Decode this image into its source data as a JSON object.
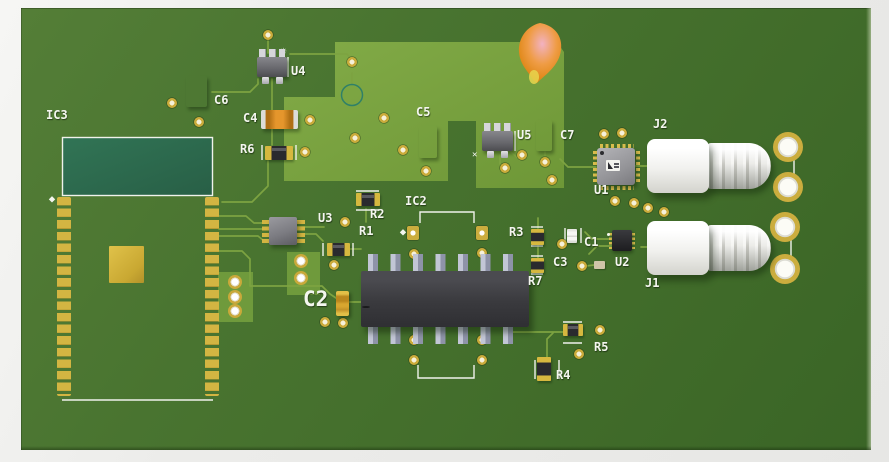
{
  "view": {
    "type": "pcb-3d-render-viewport",
    "background_color": "#ececea",
    "board_color": "#47722e",
    "copper_pour_color": "#78a23d",
    "silkscreen_color": "#f2f4ee",
    "pad_gold_color": "#c9ab3e",
    "shield_area_color": "#2f7052"
  },
  "board": {
    "labels": {
      "IC3": "IC3",
      "IC2": "IC2",
      "U1": "U1",
      "U2": "U2",
      "U3": "U3",
      "U4": "U4",
      "U5": "U5",
      "C1": "C1",
      "C2": "C2",
      "C3": "C3",
      "C4": "C4",
      "C5": "C5",
      "C6": "C6",
      "C7": "C7",
      "R1": "R1",
      "R2": "R2",
      "R3": "R3",
      "R4": "R4",
      "R5": "R5",
      "R6": "R6",
      "R7": "R7",
      "J1": "J1",
      "J2": "J2"
    },
    "marks": {
      "asterisk": "✳",
      "cross": "✕"
    },
    "components": [
      {
        "ref": "IC3",
        "package": "castellated-module-footprint",
        "state": "unpopulated"
      },
      {
        "ref": "IC2",
        "package": "wide-SOIC-14",
        "body": "black"
      },
      {
        "ref": "U1",
        "package": "QFN-32",
        "marking": "analog-devices-logo"
      },
      {
        "ref": "U2",
        "package": "DFN-8",
        "body": "black"
      },
      {
        "ref": "U3",
        "package": "SOIC-8",
        "body": "gray"
      },
      {
        "ref": "U4",
        "package": "SOT-23-5",
        "body": "gray"
      },
      {
        "ref": "U5",
        "package": "SOT-23-5",
        "body": "gray"
      },
      {
        "ref": "C1",
        "package": "ceramic-0603",
        "body": "white"
      },
      {
        "ref": "C2",
        "package": "tantalum",
        "body": "yellow"
      },
      {
        "ref": "C3",
        "package": "ceramic-0402",
        "body": "beige"
      },
      {
        "ref": "C4",
        "package": "tantalum",
        "body": "orange"
      },
      {
        "ref": "C5",
        "package": "tantalum",
        "body": "orange"
      },
      {
        "ref": "C6",
        "package": "tantalum",
        "body": "orange"
      },
      {
        "ref": "C7",
        "package": "tantalum",
        "body": "orange"
      },
      {
        "ref": "R1",
        "package": "chip-resistor",
        "body": "black"
      },
      {
        "ref": "R2",
        "package": "chip-resistor",
        "body": "black"
      },
      {
        "ref": "R3",
        "package": "chip-resistor",
        "body": "black"
      },
      {
        "ref": "R4",
        "package": "chip-resistor",
        "body": "black"
      },
      {
        "ref": "R5",
        "package": "chip-resistor",
        "body": "black"
      },
      {
        "ref": "R6",
        "package": "chip-resistor",
        "body": "black"
      },
      {
        "ref": "R7",
        "package": "chip-resistor",
        "body": "black"
      },
      {
        "ref": "J1",
        "package": "BNC-coax-connector",
        "body": "white"
      },
      {
        "ref": "J2",
        "package": "BNC-coax-connector",
        "body": "white"
      }
    ],
    "decorations": [
      {
        "name": "droplet-3d-marker",
        "color": "#e8901f"
      }
    ]
  }
}
